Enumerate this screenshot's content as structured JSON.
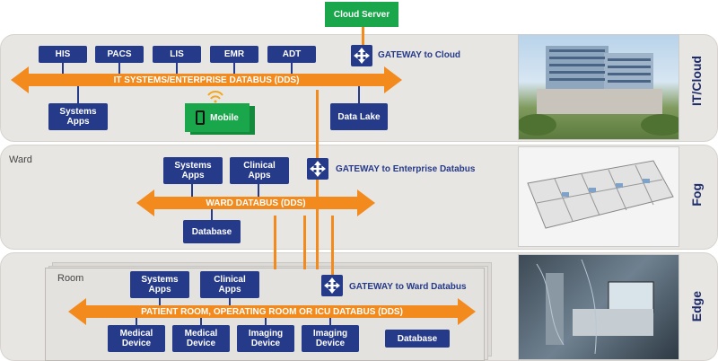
{
  "cloud_server": "Cloud Server",
  "it_cloud": {
    "side_label": "IT/Cloud",
    "top_boxes": [
      "HIS",
      "PACS",
      "LIS",
      "EMR",
      "ADT"
    ],
    "bus_label": "IT SYSTEMS/ENTERPRISE DATABUS (DDS)",
    "systems_apps": "Systems Apps",
    "mobile": "Mobile",
    "data_lake": "Data Lake",
    "gateway": "GATEWAY to Cloud"
  },
  "ward": {
    "tier_name": "Ward",
    "side_label": "Fog",
    "systems_apps": "Systems Apps",
    "clinical_apps": "Clinical Apps",
    "bus_label": "WARD DATABUS (DDS)",
    "database": "Database",
    "gateway": "GATEWAY to Enterprise Databus"
  },
  "room": {
    "tier_name": "Room",
    "side_label": "Edge",
    "systems_apps": "Systems Apps",
    "clinical_apps": "Clinical Apps",
    "bus_label": "PATIENT ROOM, OPERATING ROOM OR ICU DATABUS (DDS)",
    "devices": [
      "Medical Device",
      "Medical Device",
      "Imaging Device",
      "Imaging Device"
    ],
    "database": "Database",
    "gateway": "GATEWAY to Ward Databus"
  },
  "colors": {
    "navy": "#263a8a",
    "orange": "#f28a1e",
    "green": "#1aa64a",
    "tier_bg": "#e8e6e3"
  }
}
